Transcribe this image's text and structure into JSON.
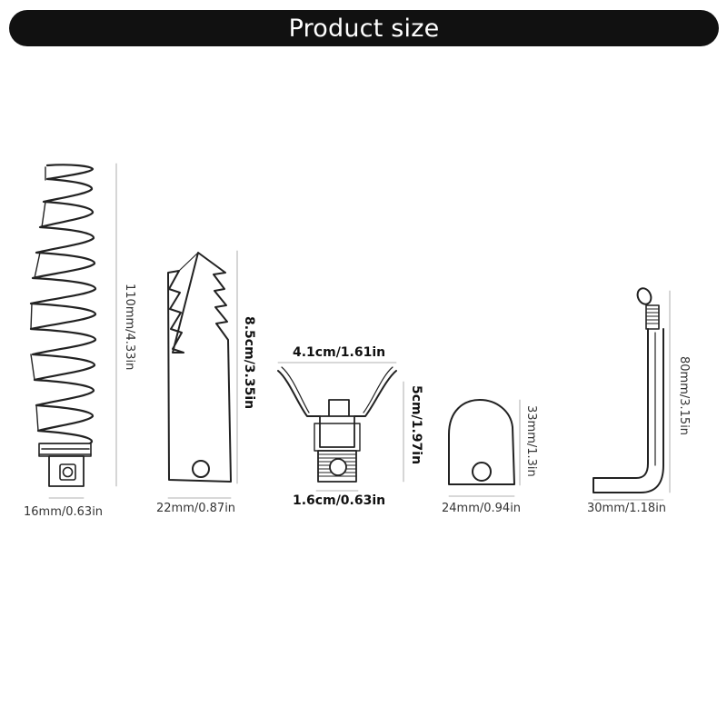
{
  "title": "Product size",
  "colors": {
    "title_bar_bg": "#111111",
    "title_text": "#ffffff",
    "line": "#222222"
  },
  "items": [
    {
      "icon": "spring-auger-icon",
      "width_label": "16mm/0.63in",
      "height_label": "110mm/4.33in"
    },
    {
      "icon": "serrated-blade-icon",
      "width_label": "22mm/0.87in",
      "height_label": "8.5cm/3.35in"
    },
    {
      "icon": "v-cutter-icon",
      "top_label": "4.1cm/1.61in",
      "width_label": "1.6cm/0.63in",
      "height_label": "5cm/1.97in"
    },
    {
      "icon": "rounded-cutter-icon",
      "width_label": "24mm/0.94in",
      "height_label": "33mm/1.3in"
    },
    {
      "icon": "l-wrench-icon",
      "width_label": "30mm/1.18in",
      "height_label": "80mm/3.15in"
    }
  ]
}
